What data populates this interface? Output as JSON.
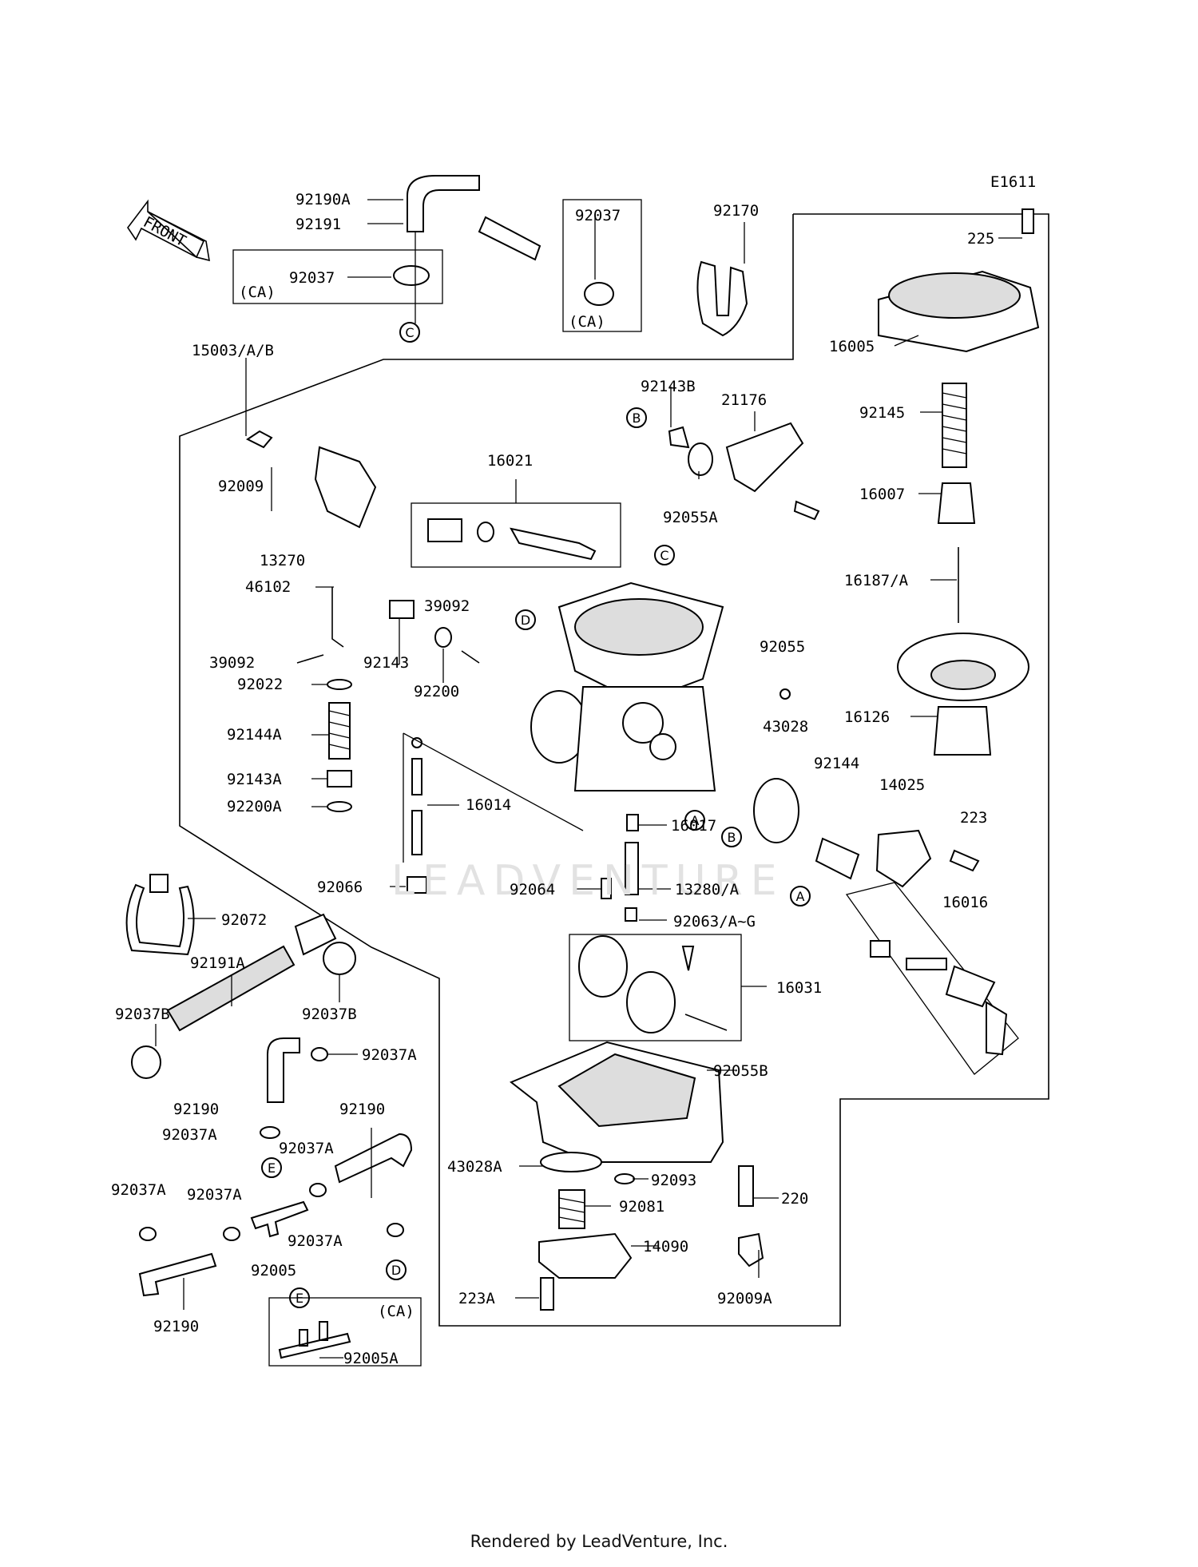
{
  "diagram_code": "E1611",
  "front_label": "FRONT",
  "footer": "Rendered by LeadVenture, Inc.",
  "watermark": "LEADVENTURE",
  "part_labels": [
    "92190A",
    "92191",
    "92037",
    "(CA)",
    "92037",
    "(CA)",
    "92170",
    "225",
    "16005",
    "15003/A/B",
    "92143B",
    "21176",
    "92145",
    "92009",
    "16021",
    "92055A",
    "16007",
    "13270",
    "16187/A",
    "46102",
    "39092",
    "92055",
    "39092",
    "92143",
    "92200",
    "92022",
    "16126",
    "92144A",
    "43028",
    "92143A",
    "92144",
    "14025",
    "92200A",
    "16014",
    "223",
    "16017",
    "92066",
    "92064",
    "13280/A",
    "16016",
    "92072",
    "92063/A~G",
    "16031",
    "92191A",
    "92037B",
    "92037B",
    "92037A",
    "92055B",
    "92190",
    "92190",
    "92037A",
    "92037A",
    "43028A",
    "92093",
    "220",
    "92037A",
    "92037A",
    "92081",
    "92005",
    "92037A",
    "14090",
    "92190",
    "223A",
    "92009A",
    "(CA)",
    "92005A"
  ],
  "callout_letters": [
    "C",
    "B",
    "C",
    "D",
    "A",
    "B",
    "A",
    "E",
    "D",
    "E"
  ]
}
